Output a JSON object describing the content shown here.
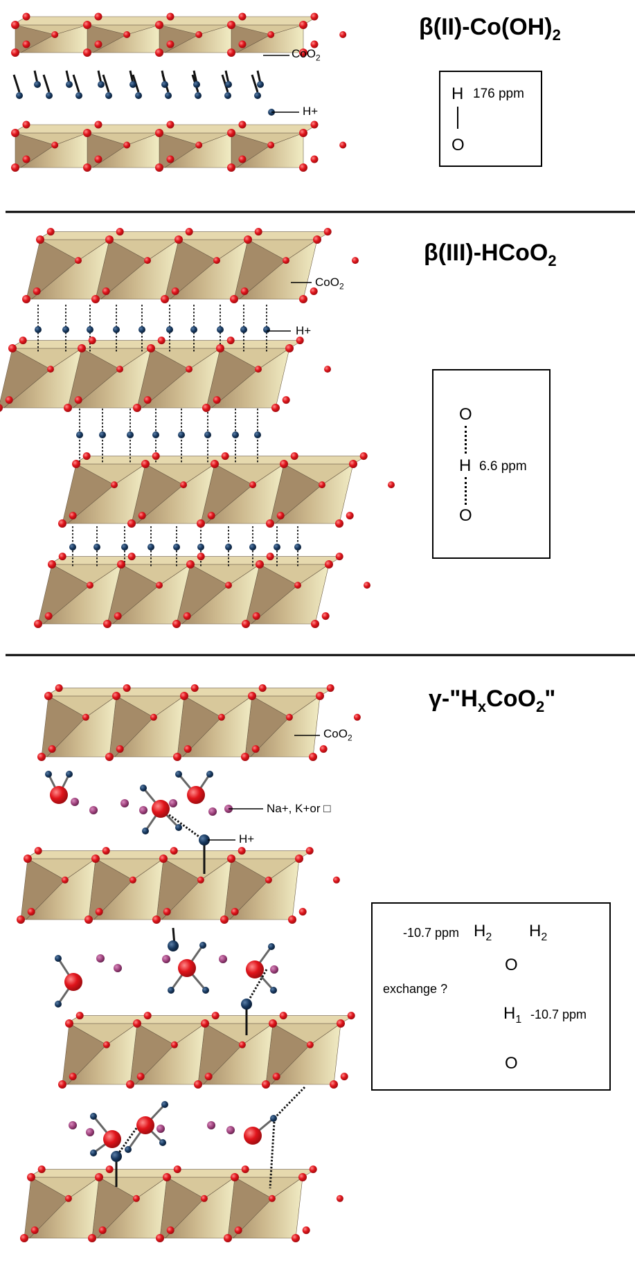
{
  "panels": [
    {
      "title": "β(II)-Co(OH)",
      "title_sub": "2",
      "labels": {
        "layer": "CoO",
        "layer_sub": "2",
        "proton": "H+"
      },
      "box": {
        "top_atom": "H",
        "shift": "176 ppm",
        "bottom_atom": "O"
      }
    },
    {
      "title": "β(III)-HCoO",
      "title_sub": "2",
      "labels": {
        "layer": "CoO",
        "layer_sub": "2",
        "proton": "H+"
      },
      "box": {
        "top_atom": "O",
        "middle_atom": "H",
        "shift": "6.6 ppm",
        "bottom_atom": "O"
      }
    },
    {
      "title_pre": "γ-\"H",
      "title_x": "x",
      "title_mid": "CoO",
      "title_sub": "2",
      "title_post": "\"",
      "labels": {
        "layer": "CoO",
        "layer_sub": "2",
        "cation": "Na+, K+or □",
        "proton": "H+"
      },
      "box": {
        "h2_left": "H",
        "h2_left_sub": "2",
        "h2_right": "H",
        "h2_right_sub": "2",
        "shift_top": "-10.7 ppm",
        "oxygen_top": "O",
        "h1": "H",
        "h1_sub": "1",
        "shift_bottom": "-10.7 ppm",
        "oxygen_bottom": "O",
        "exchange": "exchange ?"
      }
    }
  ],
  "colors": {
    "oxygen": "#e0141b",
    "proton": "#17385f",
    "cation": "#9c3f7a",
    "face_light": "#ece6b7",
    "face_dark": "#b79d76",
    "divider": "#000000"
  }
}
